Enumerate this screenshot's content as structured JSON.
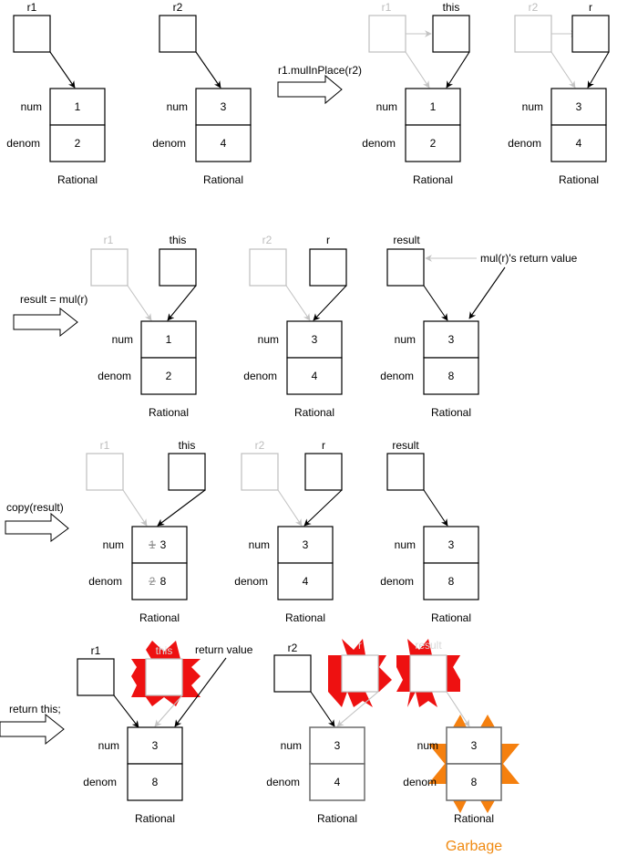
{
  "title": "Rational mulInPlace memory diagram",
  "colors": {
    "dim": "#bdbdbd",
    "danger_burst": "#ee1111",
    "garbage_burst": "#f5800f",
    "garbage_text": "#f08a12"
  },
  "field_labels": {
    "num": "num",
    "denom": "denom",
    "type": "Rational"
  },
  "stages": [
    {
      "id": "stage-1",
      "transition_label": "r1.mulInPlace(r2)",
      "before": {
        "objects": [
          {
            "ref": "r1",
            "num": "1",
            "denom": "2"
          },
          {
            "ref": "r2",
            "num": "3",
            "denom": "4"
          }
        ]
      },
      "after": {
        "objects": [
          {
            "outer_ref": "r1",
            "inner_ref": "this",
            "num": "1",
            "denom": "2"
          },
          {
            "outer_ref": "r2",
            "inner_ref": "r",
            "num": "3",
            "denom": "4"
          }
        ]
      }
    },
    {
      "id": "stage-2",
      "transition_label": "result = mul(r)",
      "objects": [
        {
          "outer_ref": "r1",
          "inner_ref": "this",
          "num": "1",
          "denom": "2"
        },
        {
          "outer_ref": "r2",
          "inner_ref": "r",
          "num": "3",
          "denom": "4"
        },
        {
          "ref": "result",
          "num": "3",
          "denom": "8"
        }
      ],
      "annotation": "mul(r)'s return value"
    },
    {
      "id": "stage-3",
      "transition_label": "copy(result)",
      "objects": [
        {
          "outer_ref": "r1",
          "inner_ref": "this",
          "num_old": "1",
          "num": "3",
          "denom_old": "2",
          "denom": "8"
        },
        {
          "outer_ref": "r2",
          "inner_ref": "r",
          "num": "3",
          "denom": "4"
        },
        {
          "ref": "result",
          "num": "3",
          "denom": "8"
        }
      ]
    },
    {
      "id": "stage-4",
      "transition_label": "return this;",
      "objects": [
        {
          "ref": "r1",
          "destroyed_ref": "this",
          "num": "3",
          "denom": "8"
        },
        {
          "ref": "r2",
          "destroyed_ref": "r",
          "num": "3",
          "denom": "4"
        },
        {
          "destroyed_ref": "result",
          "num": "3",
          "denom": "8",
          "garbage": true
        }
      ],
      "annotation": "return value",
      "garbage_label": "Garbage"
    }
  ]
}
